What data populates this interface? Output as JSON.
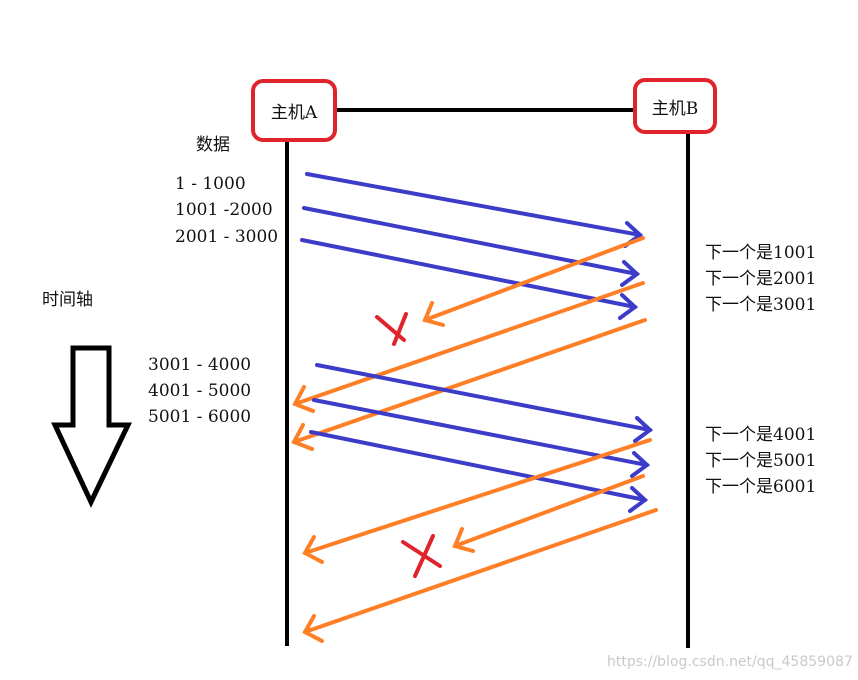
{
  "hosts": {
    "a": "主机A",
    "b": "主机B"
  },
  "data_label": "数据",
  "timeline_label": "时间轴",
  "segments_round1": [
    "1 - 1000",
    "1001 -2000",
    "2001 - 3000"
  ],
  "segments_round2": [
    "3001 - 4000",
    "4001 - 5000",
    "5001 - 6000"
  ],
  "acks_round1": [
    "下一个是1001",
    "下一个是2001",
    "下一个是3001"
  ],
  "acks_round2": [
    "下一个是4001",
    "下一个是5001",
    "下一个是6001"
  ],
  "watermark": "https://blog.csdn.net/qq_45859087",
  "colors": {
    "data": "#3c3cc8",
    "ack": "#ff7f27",
    "lost": "#e0242c",
    "host_border": "#e0242c"
  }
}
